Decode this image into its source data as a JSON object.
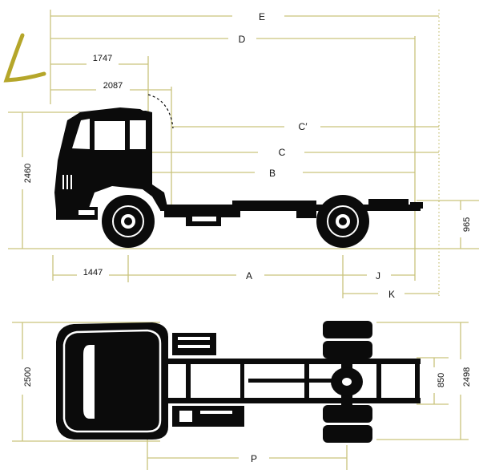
{
  "side_view": {
    "labels": {
      "E": "E",
      "D": "D",
      "d1747": "1747",
      "d2087": "2087",
      "C_prime": "C′",
      "C": "C",
      "B": "B",
      "h2460": "2460",
      "h965": "965",
      "d1447": "1447",
      "A": "A",
      "J": "J",
      "K": "K"
    }
  },
  "top_view": {
    "labels": {
      "w2500": "2500",
      "w2498": "2498",
      "w850": "850",
      "P": "P"
    }
  },
  "colors": {
    "dimension_line": "#c9c37c",
    "ink": "#0b0b0b",
    "mark": "#b5a62a"
  }
}
